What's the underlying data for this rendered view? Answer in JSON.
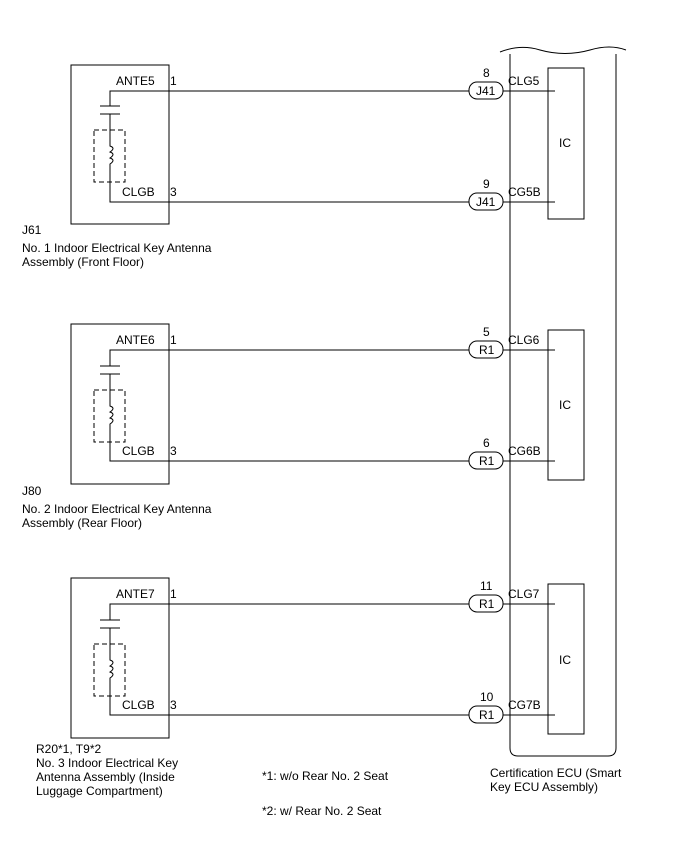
{
  "ecu": {
    "label_line1": "Certification ECU (Smart",
    "label_line2": "Key ECU Assembly)"
  },
  "footnotes": [
    "*1: w/o Rear No. 2 Seat",
    "*2: w/ Rear No. 2 Seat"
  ],
  "antennas": [
    {
      "code": "J61",
      "name_line1": "No. 1 Indoor Electrical Key Antenna",
      "name_line2": "Assembly (Front Floor)",
      "name_line3": "",
      "top_terminal": {
        "signal": "ANTE5",
        "pin": "1",
        "connector": "J41",
        "connector_pin": "8",
        "ecu_signal": "CLG5"
      },
      "bottom_terminal": {
        "signal": "CLGB",
        "pin": "3",
        "connector": "J41",
        "connector_pin": "9",
        "ecu_signal": "CG5B"
      },
      "ic_label": "IC"
    },
    {
      "code": "J80",
      "name_line1": "No. 2 Indoor Electrical Key Antenna",
      "name_line2": "Assembly (Rear Floor)",
      "name_line3": "",
      "top_terminal": {
        "signal": "ANTE6",
        "pin": "1",
        "connector": "R1",
        "connector_pin": "5",
        "ecu_signal": "CLG6"
      },
      "bottom_terminal": {
        "signal": "CLGB",
        "pin": "3",
        "connector": "R1",
        "connector_pin": "6",
        "ecu_signal": "CG6B"
      },
      "ic_label": "IC"
    },
    {
      "code": "R20*1, T9*2",
      "name_line1": "No. 3 Indoor Electrical Key",
      "name_line2": "Antenna Assembly (Inside",
      "name_line3": "Luggage Compartment)",
      "top_terminal": {
        "signal": "ANTE7",
        "pin": "1",
        "connector": "R1",
        "connector_pin": "11",
        "ecu_signal": "CLG7"
      },
      "bottom_terminal": {
        "signal": "CLGB",
        "pin": "3",
        "connector": "R1",
        "connector_pin": "10",
        "ecu_signal": "CG7B"
      },
      "ic_label": "IC"
    }
  ]
}
